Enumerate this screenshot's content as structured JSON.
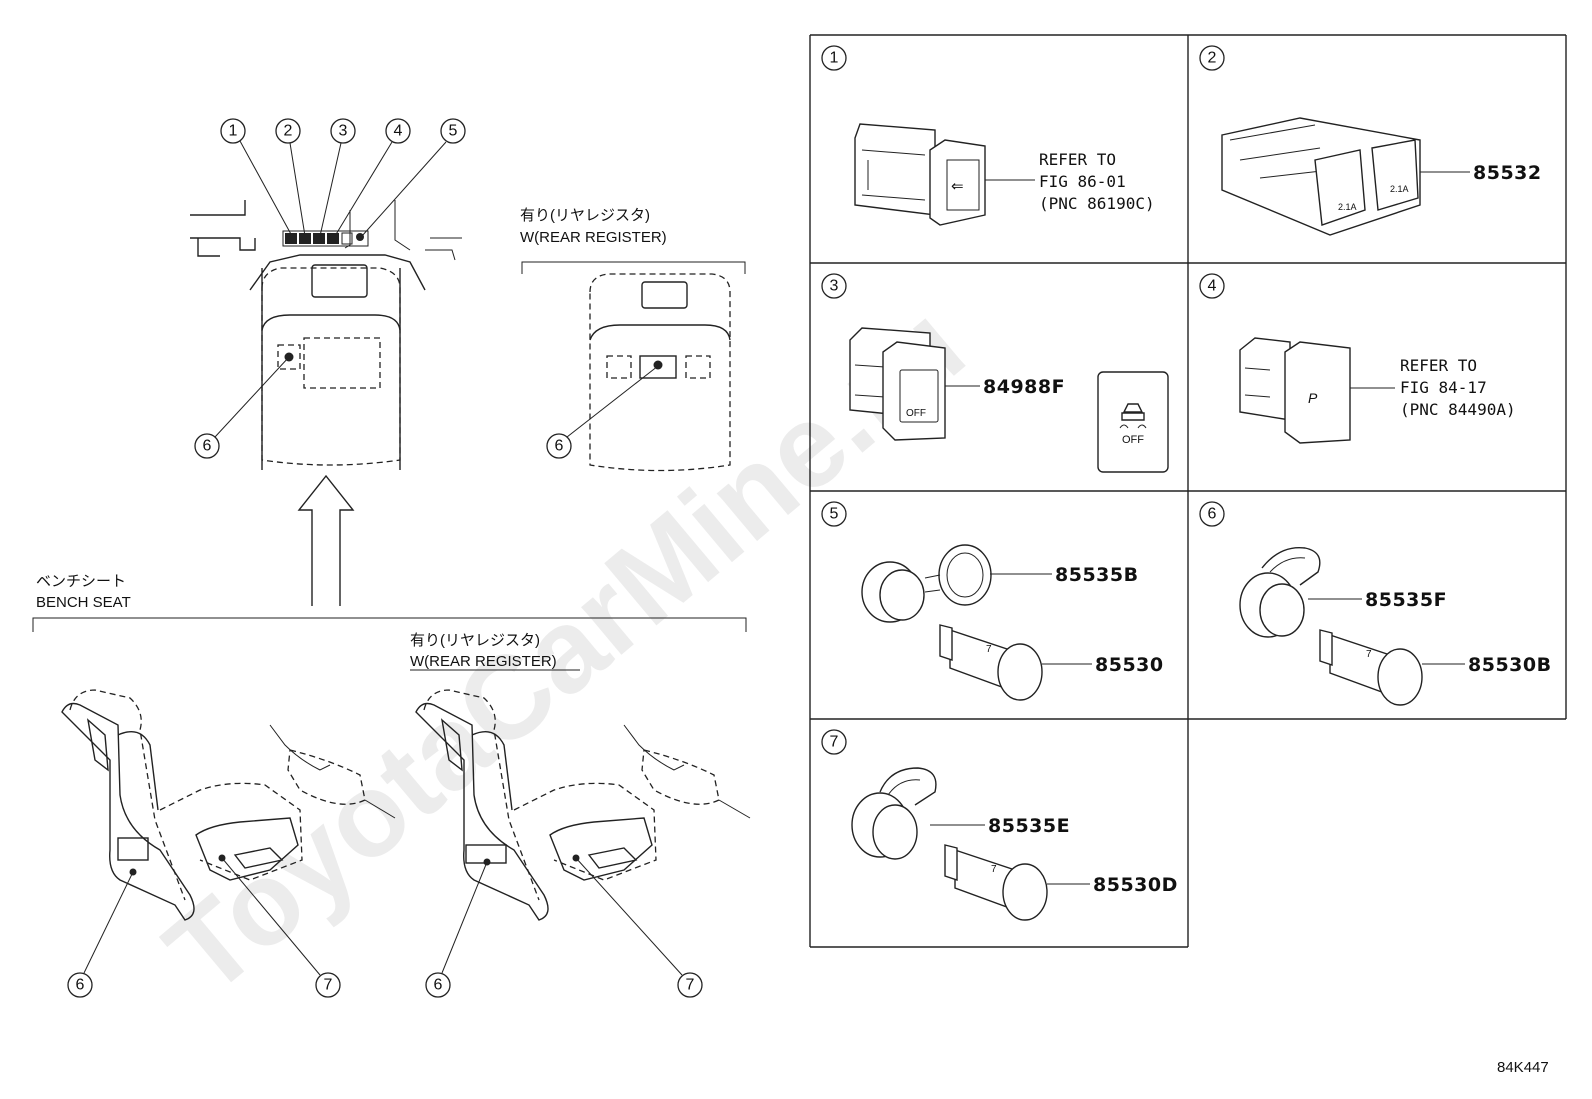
{
  "watermark": "ToyotaCarMine.ru",
  "figure_code": "84K447",
  "left_view": {
    "callouts": [
      "1",
      "2",
      "3",
      "4",
      "5"
    ],
    "seat_callout": "6",
    "rear_callouts": [
      "6",
      "7"
    ],
    "rear_register_label_jp": "有り(リヤレジスタ)",
    "rear_register_label_en": "W(REAR REGISTER)",
    "bench_seat_label_jp": "ベンチシート",
    "bench_seat_label_en": "BENCH SEAT"
  },
  "panels": [
    {
      "num": "1",
      "refer": [
        "REFER TO",
        "FIG 86-01",
        "(PNC 86190C)"
      ]
    },
    {
      "num": "2",
      "parts": [
        "85532"
      ]
    },
    {
      "num": "3",
      "parts": [
        "84988F"
      ],
      "icon_text": "OFF"
    },
    {
      "num": "4",
      "refer": [
        "REFER TO",
        "FIG 84-17",
        "(PNC 84490A)"
      ]
    },
    {
      "num": "5",
      "parts": [
        "85535B",
        "85530"
      ]
    },
    {
      "num": "6",
      "parts": [
        "85535F",
        "85530B"
      ]
    },
    {
      "num": "7",
      "parts": [
        "85535E",
        "85530D"
      ]
    }
  ],
  "icon_labels": {
    "usb_amp": "2.1A",
    "plug_digit": "7"
  }
}
